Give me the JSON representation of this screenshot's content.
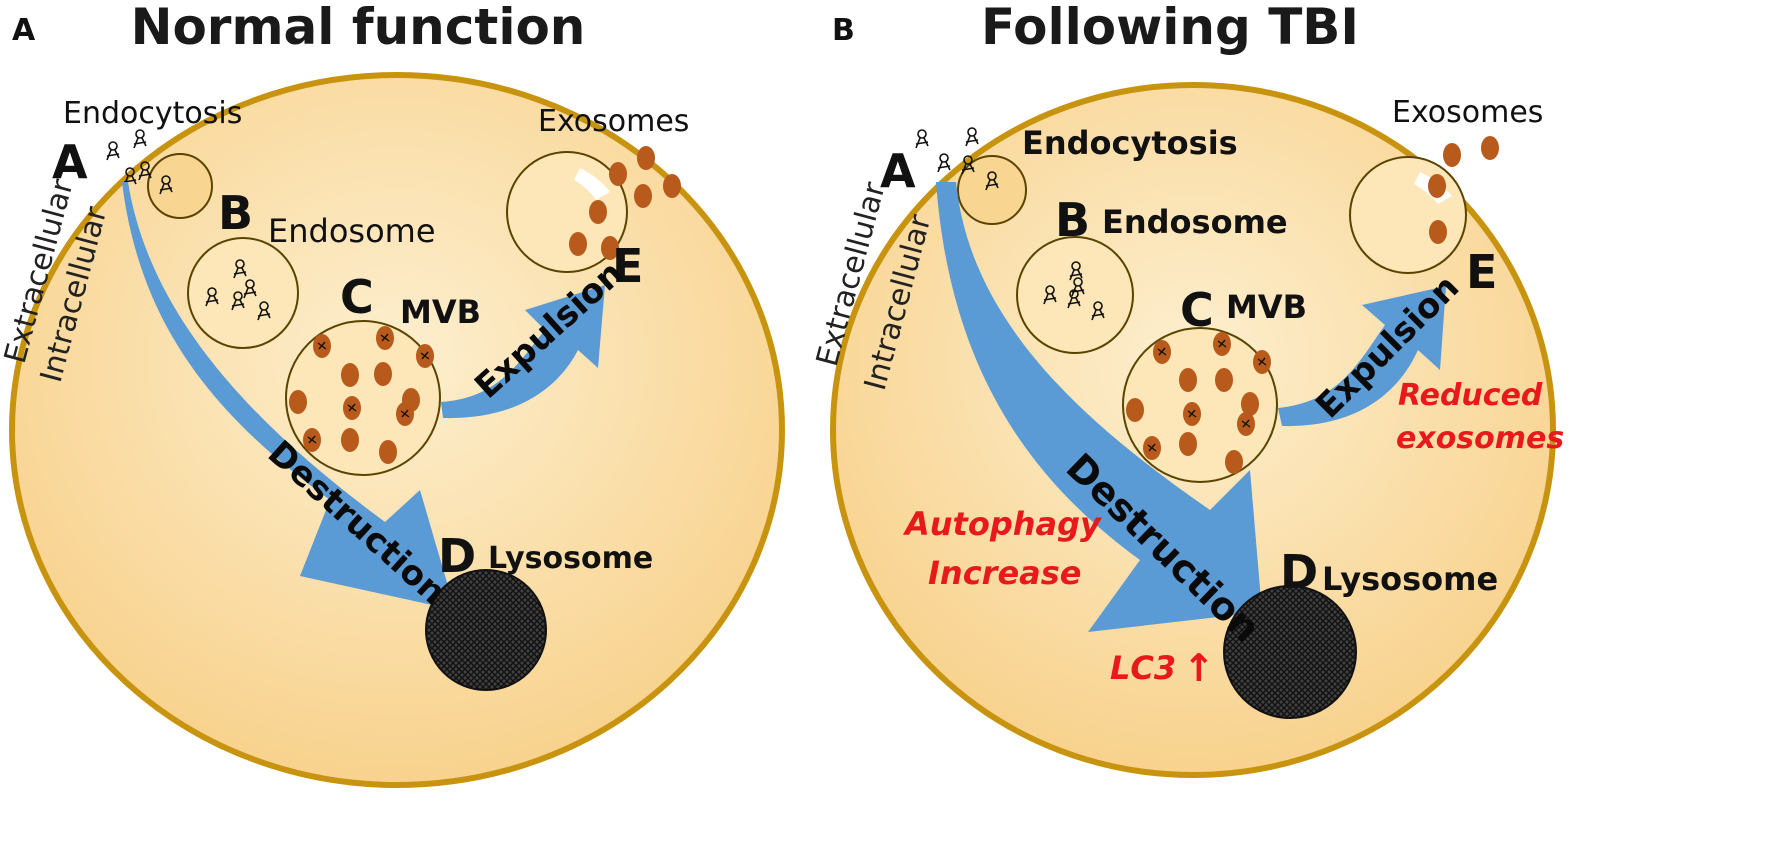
{
  "panels": [
    {
      "letter": "A",
      "title": "Normal function",
      "labels": {
        "endocytosis": "Endocytosis",
        "exosomes": "Exosomes",
        "extracellular": "Extracellular",
        "intracellular": "Intracellular",
        "a": "A",
        "b": "B",
        "c": "C",
        "d": "D",
        "e": "E",
        "endosome": "Endosome",
        "mvb": "MVB",
        "lysosome": "Lysosome",
        "expulsion": "Expulsion",
        "destruction": "Destruction"
      }
    },
    {
      "letter": "B",
      "title": "Following TBI",
      "labels": {
        "endocytosis": "Endocytosis",
        "exosomes": "Exosomes",
        "extracellular": "Extracellular",
        "intracellular": "Intracellular",
        "a": "A",
        "b": "B",
        "c": "C",
        "d": "D",
        "e": "E",
        "endosome": "Endosome",
        "mvb": "MVB",
        "lysosome": "Lysosome",
        "expulsion": "Expulsion",
        "destruction": "Destruction"
      },
      "annotations": {
        "autophagy_line1": "Autophagy",
        "autophagy_line2": "Increase",
        "lc3": "LC3",
        "lc3_arrow": "↑",
        "reduced_line1": "Reduced",
        "reduced_line2": "exosomes"
      }
    }
  ],
  "colors": {
    "cell_fill": "#fad899",
    "cell_border": "#c89410",
    "vesicle_fill": "#fde6b8",
    "arrow_blue": "#5a9ad5",
    "cargo_brown": "#b85a1c",
    "lysosome": "#3a3a3a",
    "annotation_red": "#e8191b"
  }
}
